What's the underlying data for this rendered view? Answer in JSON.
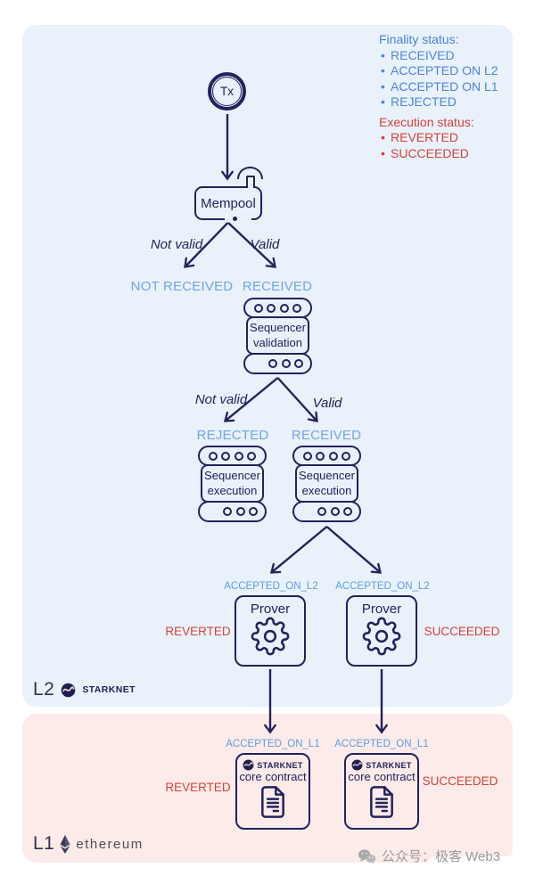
{
  "colors": {
    "navy": "#23225c",
    "legend_blue": "#4c86dc",
    "status_light_blue": "#6ea6e0",
    "status_red": "#d6423a",
    "l2_background": "#e9f1fb",
    "l1_background": "#fcebe9"
  },
  "legend": {
    "finality_title": "Finality status:",
    "finality_items": [
      "RECEIVED",
      "ACCEPTED ON L2",
      "ACCEPTED ON L1",
      "REJECTED"
    ],
    "execution_title": "Execution status:",
    "execution_items": [
      "REVERTED",
      "SUCCEEDED"
    ]
  },
  "flow": {
    "tx_label": "Tx",
    "mempool_label": "Mempool",
    "branch_not_valid": "Not valid",
    "branch_valid": "Valid",
    "status_not_received": "NOT RECEIVED",
    "status_received": "RECEIVED",
    "status_rejected": "REJECTED",
    "sequencer_validation_line1": "Sequencer",
    "sequencer_validation_line2": "validation",
    "sequencer_execution_line1": "Sequencer",
    "sequencer_execution_line2": "execution",
    "status_accepted_on_l2": "ACCEPTED_ON_L2",
    "prover_label": "Prover",
    "status_reverted": "REVERTED",
    "status_succeeded": "SUCCEEDED",
    "status_accepted_on_l1": "ACCEPTED_ON_L1",
    "core_contract_brand": "STARKNET",
    "core_contract_label": "core contract"
  },
  "footer": {
    "l2_label": "L2",
    "l2_brand": "STARKNET",
    "l1_label": "L1",
    "l1_brand": "ethereum"
  },
  "watermark_text": "公众号：极客 Web3"
}
